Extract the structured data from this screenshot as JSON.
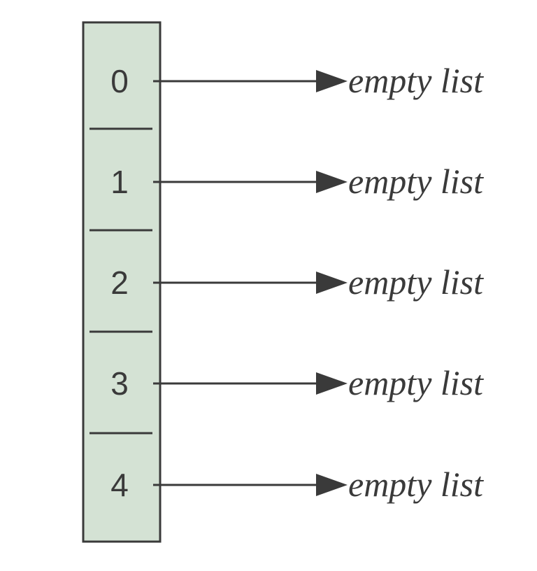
{
  "diagram": {
    "colors": {
      "cell_fill": "#d4e2d4",
      "stroke": "#3a3a3a",
      "background": "#ffffff"
    },
    "slots": [
      {
        "index": "0",
        "target": "empty list"
      },
      {
        "index": "1",
        "target": "empty list"
      },
      {
        "index": "2",
        "target": "empty list"
      },
      {
        "index": "3",
        "target": "empty list"
      },
      {
        "index": "4",
        "target": "empty list"
      }
    ]
  }
}
